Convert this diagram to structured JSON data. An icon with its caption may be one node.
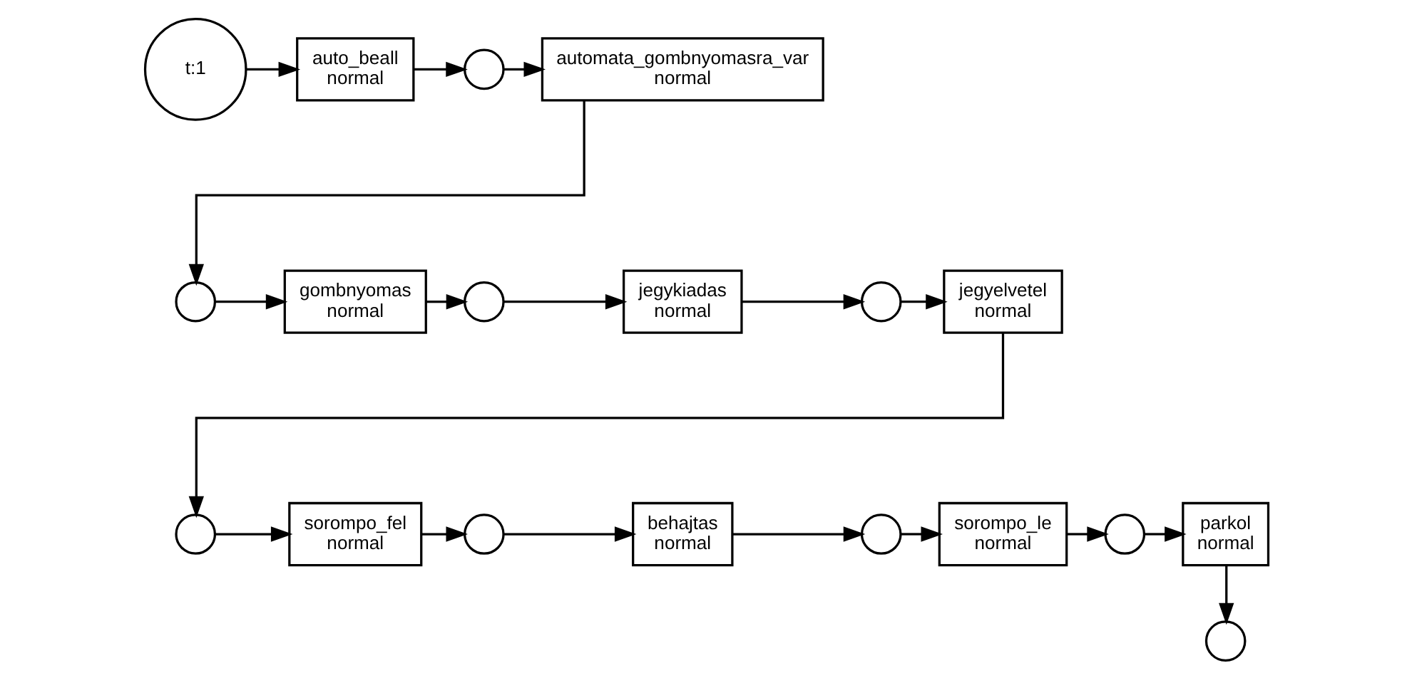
{
  "diagram": {
    "nodes": [
      {
        "text": [
          "t:1"
        ]
      },
      {
        "text": [
          "auto_beall",
          "normal"
        ]
      },
      {
        "text": [],
        "shape": "circle"
      },
      {
        "text": [
          "automata_gombnyomasra_var",
          "normal"
        ]
      },
      {
        "text": [],
        "shape": "circle"
      },
      {
        "text": [
          "gombnyomas",
          "normal"
        ]
      },
      {
        "text": [],
        "shape": "circle"
      },
      {
        "text": [
          "jegykiadas",
          "normal"
        ]
      },
      {
        "text": [],
        "shape": "circle"
      },
      {
        "text": [
          "jegyelvetel",
          "normal"
        ]
      },
      {
        "text": [],
        "shape": "circle"
      },
      {
        "text": [
          "sorompo_fel",
          "normal"
        ]
      },
      {
        "text": [],
        "shape": "circle"
      },
      {
        "text": [
          "behajtas",
          "normal"
        ]
      },
      {
        "text": [],
        "shape": "circle"
      },
      {
        "text": [
          "sorompo_le",
          "normal"
        ]
      },
      {
        "text": [],
        "shape": "circle"
      },
      {
        "text": [
          "parkol",
          "normal"
        ]
      },
      {
        "text": [],
        "shape": "circle"
      }
    ],
    "edges": [
      {
        "from": 0,
        "to": 1,
        "arrow": "to"
      },
      {
        "from": 1,
        "to": 2,
        "arrow": "to"
      },
      {
        "from": 2,
        "to": 3,
        "arrow": "to"
      },
      {
        "from": 3,
        "to": 4,
        "arrow": "to"
      },
      {
        "from": 4,
        "to": 5,
        "arrow": "to"
      },
      {
        "from": 5,
        "to": 6,
        "arrow": "to"
      },
      {
        "from": 6,
        "to": 7,
        "arrow": "to"
      },
      {
        "from": 7,
        "to": 8,
        "arrow": "to"
      },
      {
        "from": 8,
        "to": 9,
        "arrow": "to"
      },
      {
        "from": 9,
        "to": 10,
        "arrow": "to"
      },
      {
        "from": 10,
        "to": 11,
        "arrow": "to"
      },
      {
        "from": 11,
        "to": 12,
        "arrow": "to"
      },
      {
        "from": 12,
        "to": 13,
        "arrow": "to"
      },
      {
        "from": 13,
        "to": 14,
        "arrow": "to"
      },
      {
        "from": 14,
        "to": 15,
        "arrow": "to"
      },
      {
        "from": 15,
        "to": 16,
        "arrow": "to"
      },
      {
        "from": 16,
        "to": 17,
        "arrow": "to"
      },
      {
        "from": 17,
        "to": 18,
        "arrow": "to"
      }
    ]
  }
}
